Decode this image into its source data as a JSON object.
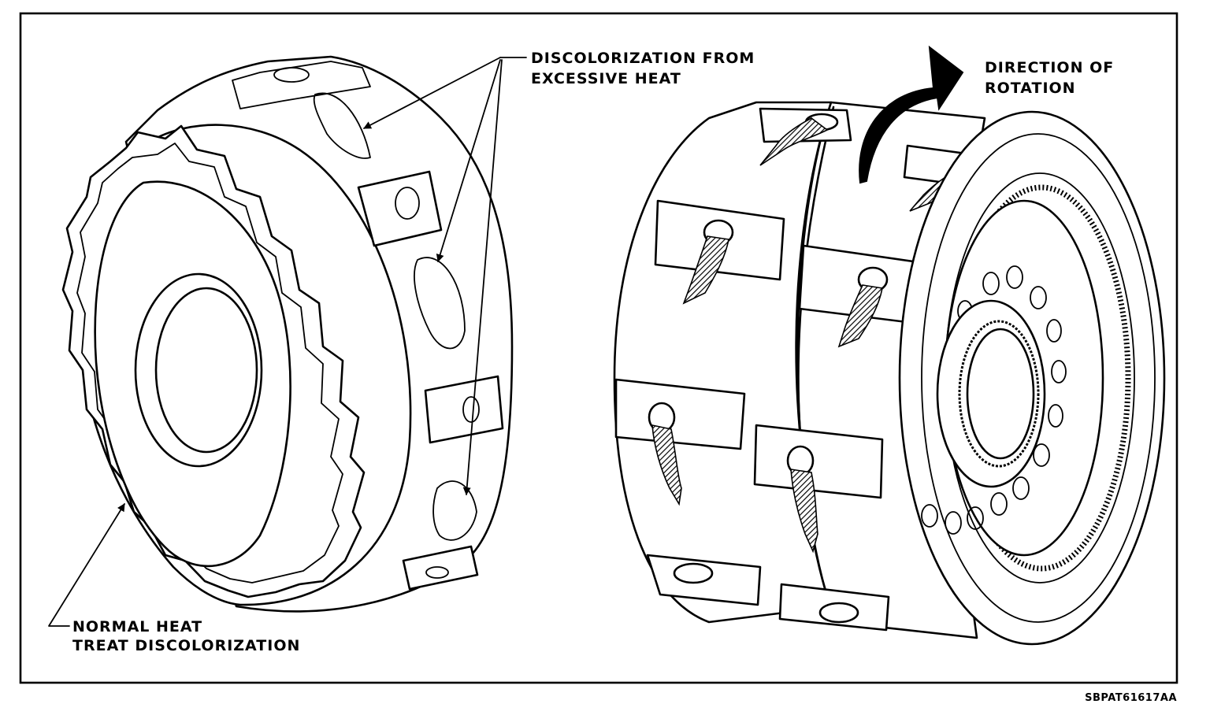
{
  "labels": {
    "excessive_heat_line1": "DISCOLORIZATION FROM",
    "excessive_heat_line2": "EXCESSIVE HEAT",
    "rotation_line1": "DIRECTION OF",
    "rotation_line2": "ROTATION",
    "normal_heat_line1": "NORMAL HEAT",
    "normal_heat_line2": "TREAT DISCOLORIZATION",
    "figure_id": "SBPAT61617AA"
  }
}
